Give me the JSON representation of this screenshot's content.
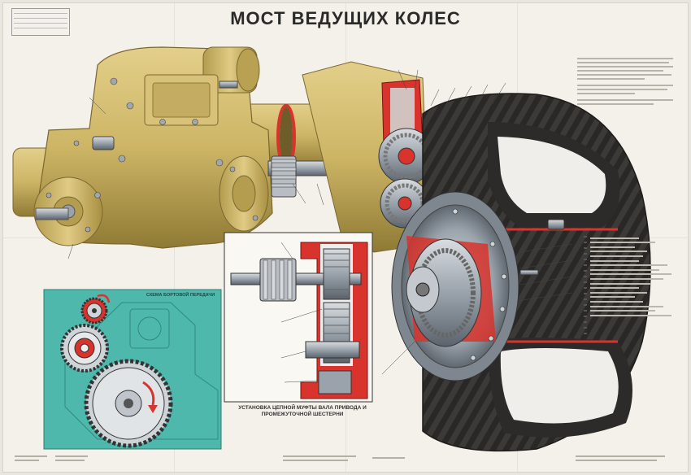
{
  "poster": {
    "title": "МОСТ ВЕДУЩИХ КОЛЕС",
    "inset_title": "СХЕМА БОРТОВОЙ ПЕРЕДАЧИ",
    "caption": "УСТАНОВКА ЦЕПНОЙ МУФТЫ ВАЛА ПРИВОДА И ПРОМЕЖУТОЧНОЙ ШЕСТЕРНИ"
  },
  "colors": {
    "paper": "#f4f1ea",
    "housing": "#cdb565",
    "housing_dark": "#8f7a35",
    "cutaway_red": "#d8332c",
    "tire": "#3c3a37",
    "teal_inset": "#4fb8ad",
    "steel": "#9aa3ab"
  }
}
